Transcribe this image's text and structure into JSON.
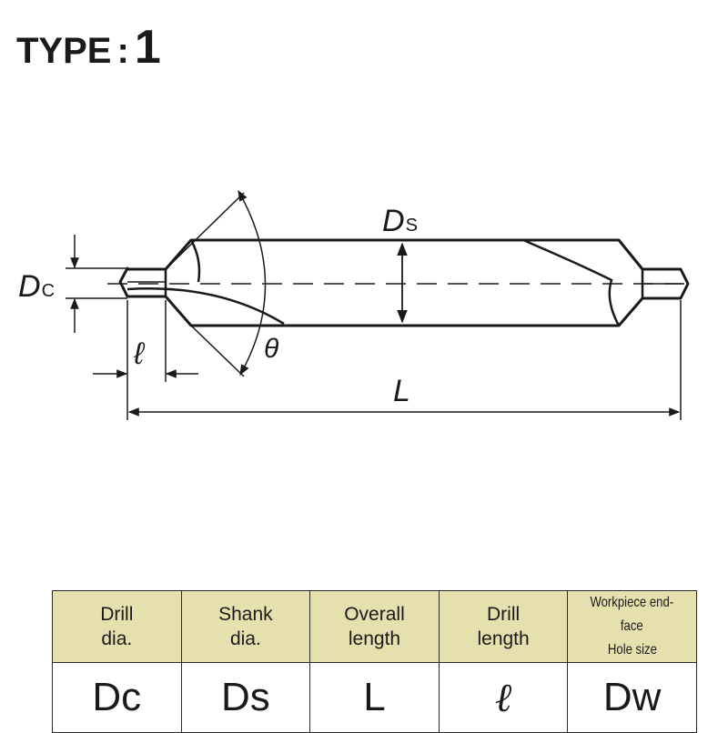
{
  "title": {
    "word": "TYPE",
    "colon": ":",
    "number": "1"
  },
  "labels": {
    "ds_main": "D",
    "ds_sub": "S",
    "dc_main": "D",
    "dc_sub": "C",
    "ell": "ℓ",
    "theta": "θ",
    "L": "L"
  },
  "table": {
    "headers": [
      {
        "line1": "Drill",
        "line2": "dia."
      },
      {
        "line1": "Shank",
        "line2": "dia."
      },
      {
        "line1": "Overall",
        "line2": "length"
      },
      {
        "line1": "Drill",
        "line2": "length"
      },
      {
        "line1": "Workpiece end-face",
        "line2": "Hole size"
      }
    ],
    "symbols": [
      "Dc",
      "Ds",
      "L",
      "ℓ",
      "Dw"
    ]
  },
  "colors": {
    "header_bg": "#e6dfae",
    "ink": "#1a1a1a"
  }
}
